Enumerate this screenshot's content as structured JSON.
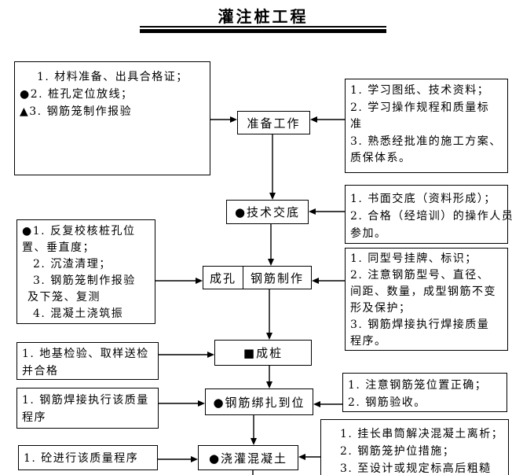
{
  "title": "灌注桩工程",
  "flow": {
    "prep": "准备工作",
    "tech": "●技术交底",
    "drill": "成孔",
    "rebar_make": "钢筋制作",
    "pile": "■成桩",
    "tie": "●钢筋绑扎到位",
    "pour": "●浇灌混凝土"
  },
  "left_boxes": [
    {
      "lines": [
        "1. 材料准备、出具合格证；",
        "●2. 桩孔定位放线；",
        "▲3. 钢筋笼制作报验"
      ]
    },
    {
      "lines": [
        "●1. 反复校核桩孔位",
        "置、垂直度；",
        "2. 沉渣清理；",
        "3. 钢筋笼制作报验",
        "及下笼、复测",
        "4. 混凝土浇筑振"
      ]
    },
    {
      "lines": [
        "1. 地基检验、取样送检",
        "并合格"
      ]
    },
    {
      "lines": [
        "1. 钢筋焊接执行该质量",
        "程序"
      ]
    },
    {
      "lines": [
        "1. 砼进行该质量程序"
      ]
    }
  ],
  "right_boxes": [
    {
      "lines": [
        "1. 学习图纸、技术资料；",
        "2. 学习操作规程和质量标",
        "准",
        "3. 熟悉经批准的施工方案、",
        "质保体系。"
      ]
    },
    {
      "lines": [
        "1. 书面交底（资料形成）；",
        "2. 合格（经培训）的操作人员",
        "参加。"
      ]
    },
    {
      "lines": [
        "1. 同型号挂牌、标识；",
        "2. 注意钢筋型号、直径、",
        "间距、数量，成型钢筋不变",
        "形及保护；",
        "3. 钢筋焊接执行焊接质量",
        "程序。"
      ]
    },
    {
      "lines": [
        "1. 注意钢筋笼位置正确；",
        "2. 钢筋验收。"
      ]
    },
    {
      "lines": [
        "1.  挂长串筒解决混凝土离析；",
        "2. 钢筋笼护位措施；",
        "3. 至设计或规定标高后粗糙"
      ]
    }
  ],
  "colors": {
    "line": "#000000",
    "background": "#ffffff"
  }
}
